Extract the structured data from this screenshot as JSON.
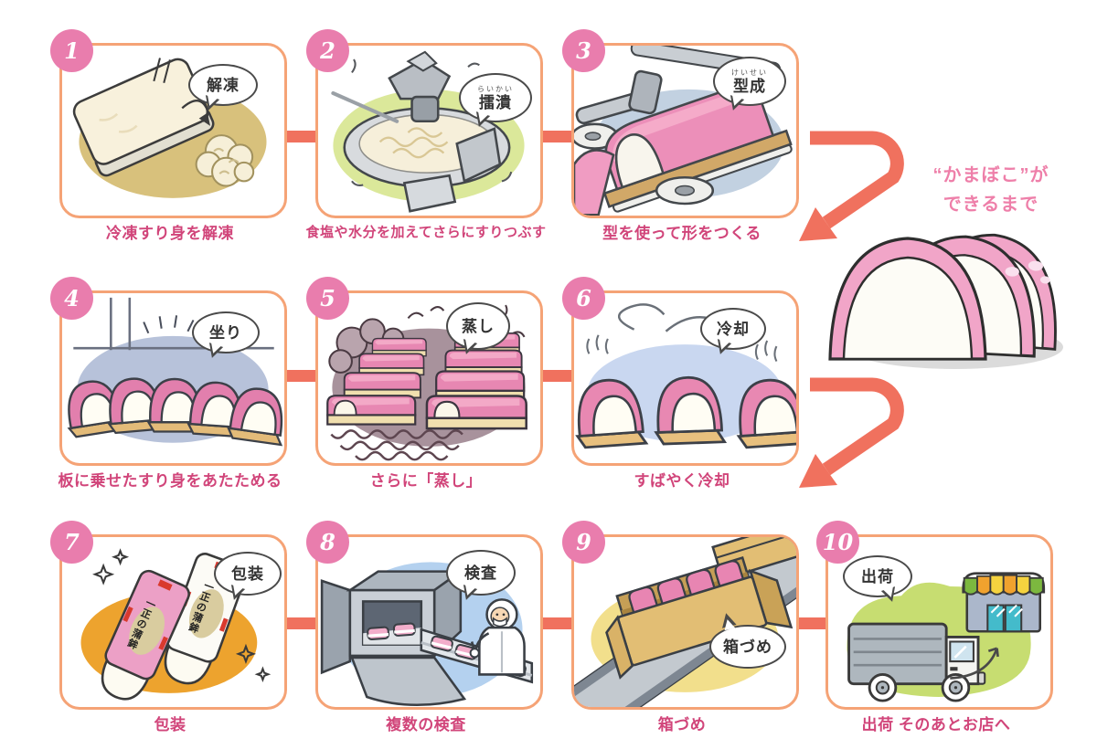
{
  "title": {
    "line1": "“かまぼこ”が",
    "line2": "できるまで"
  },
  "steps": [
    {
      "num": "1",
      "bubble": "解凍",
      "furigana": "",
      "caption": "冷凍すり身を解凍"
    },
    {
      "num": "2",
      "bubble": "擂潰",
      "furigana": "らいかい",
      "caption": "食塩や水分を加えてさらにすりつぶす"
    },
    {
      "num": "3",
      "bubble": "型成",
      "furigana": "けいせい",
      "caption": "型を使って形をつくる"
    },
    {
      "num": "4",
      "bubble": "坐り",
      "furigana": "",
      "caption": "板に乗せたすり身をあたためる"
    },
    {
      "num": "5",
      "bubble": "蒸し",
      "furigana": "",
      "caption": "さらに「蒸し」"
    },
    {
      "num": "6",
      "bubble": "冷却",
      "furigana": "",
      "caption": "すばやく冷却"
    },
    {
      "num": "7",
      "bubble": "包装",
      "furigana": "",
      "caption": "包装"
    },
    {
      "num": "8",
      "bubble": "検査",
      "furigana": "",
      "caption": "複数の検査"
    },
    {
      "num": "9",
      "bubble": "箱づめ",
      "furigana": "",
      "caption": "箱づめ"
    },
    {
      "num": "10",
      "bubble": "出荷",
      "furigana": "",
      "caption": "出荷 そのあとお店へ"
    }
  ],
  "package_label": "一正の蒲鉾",
  "colors": {
    "accent_salmon": "#F0715E",
    "card_border": "#F5A376",
    "badge_pink": "#E97DAD",
    "caption_pink": "#D1457A",
    "title_pink": "#EE7FA9",
    "kamaboko_pink": "#EC8FB9"
  }
}
